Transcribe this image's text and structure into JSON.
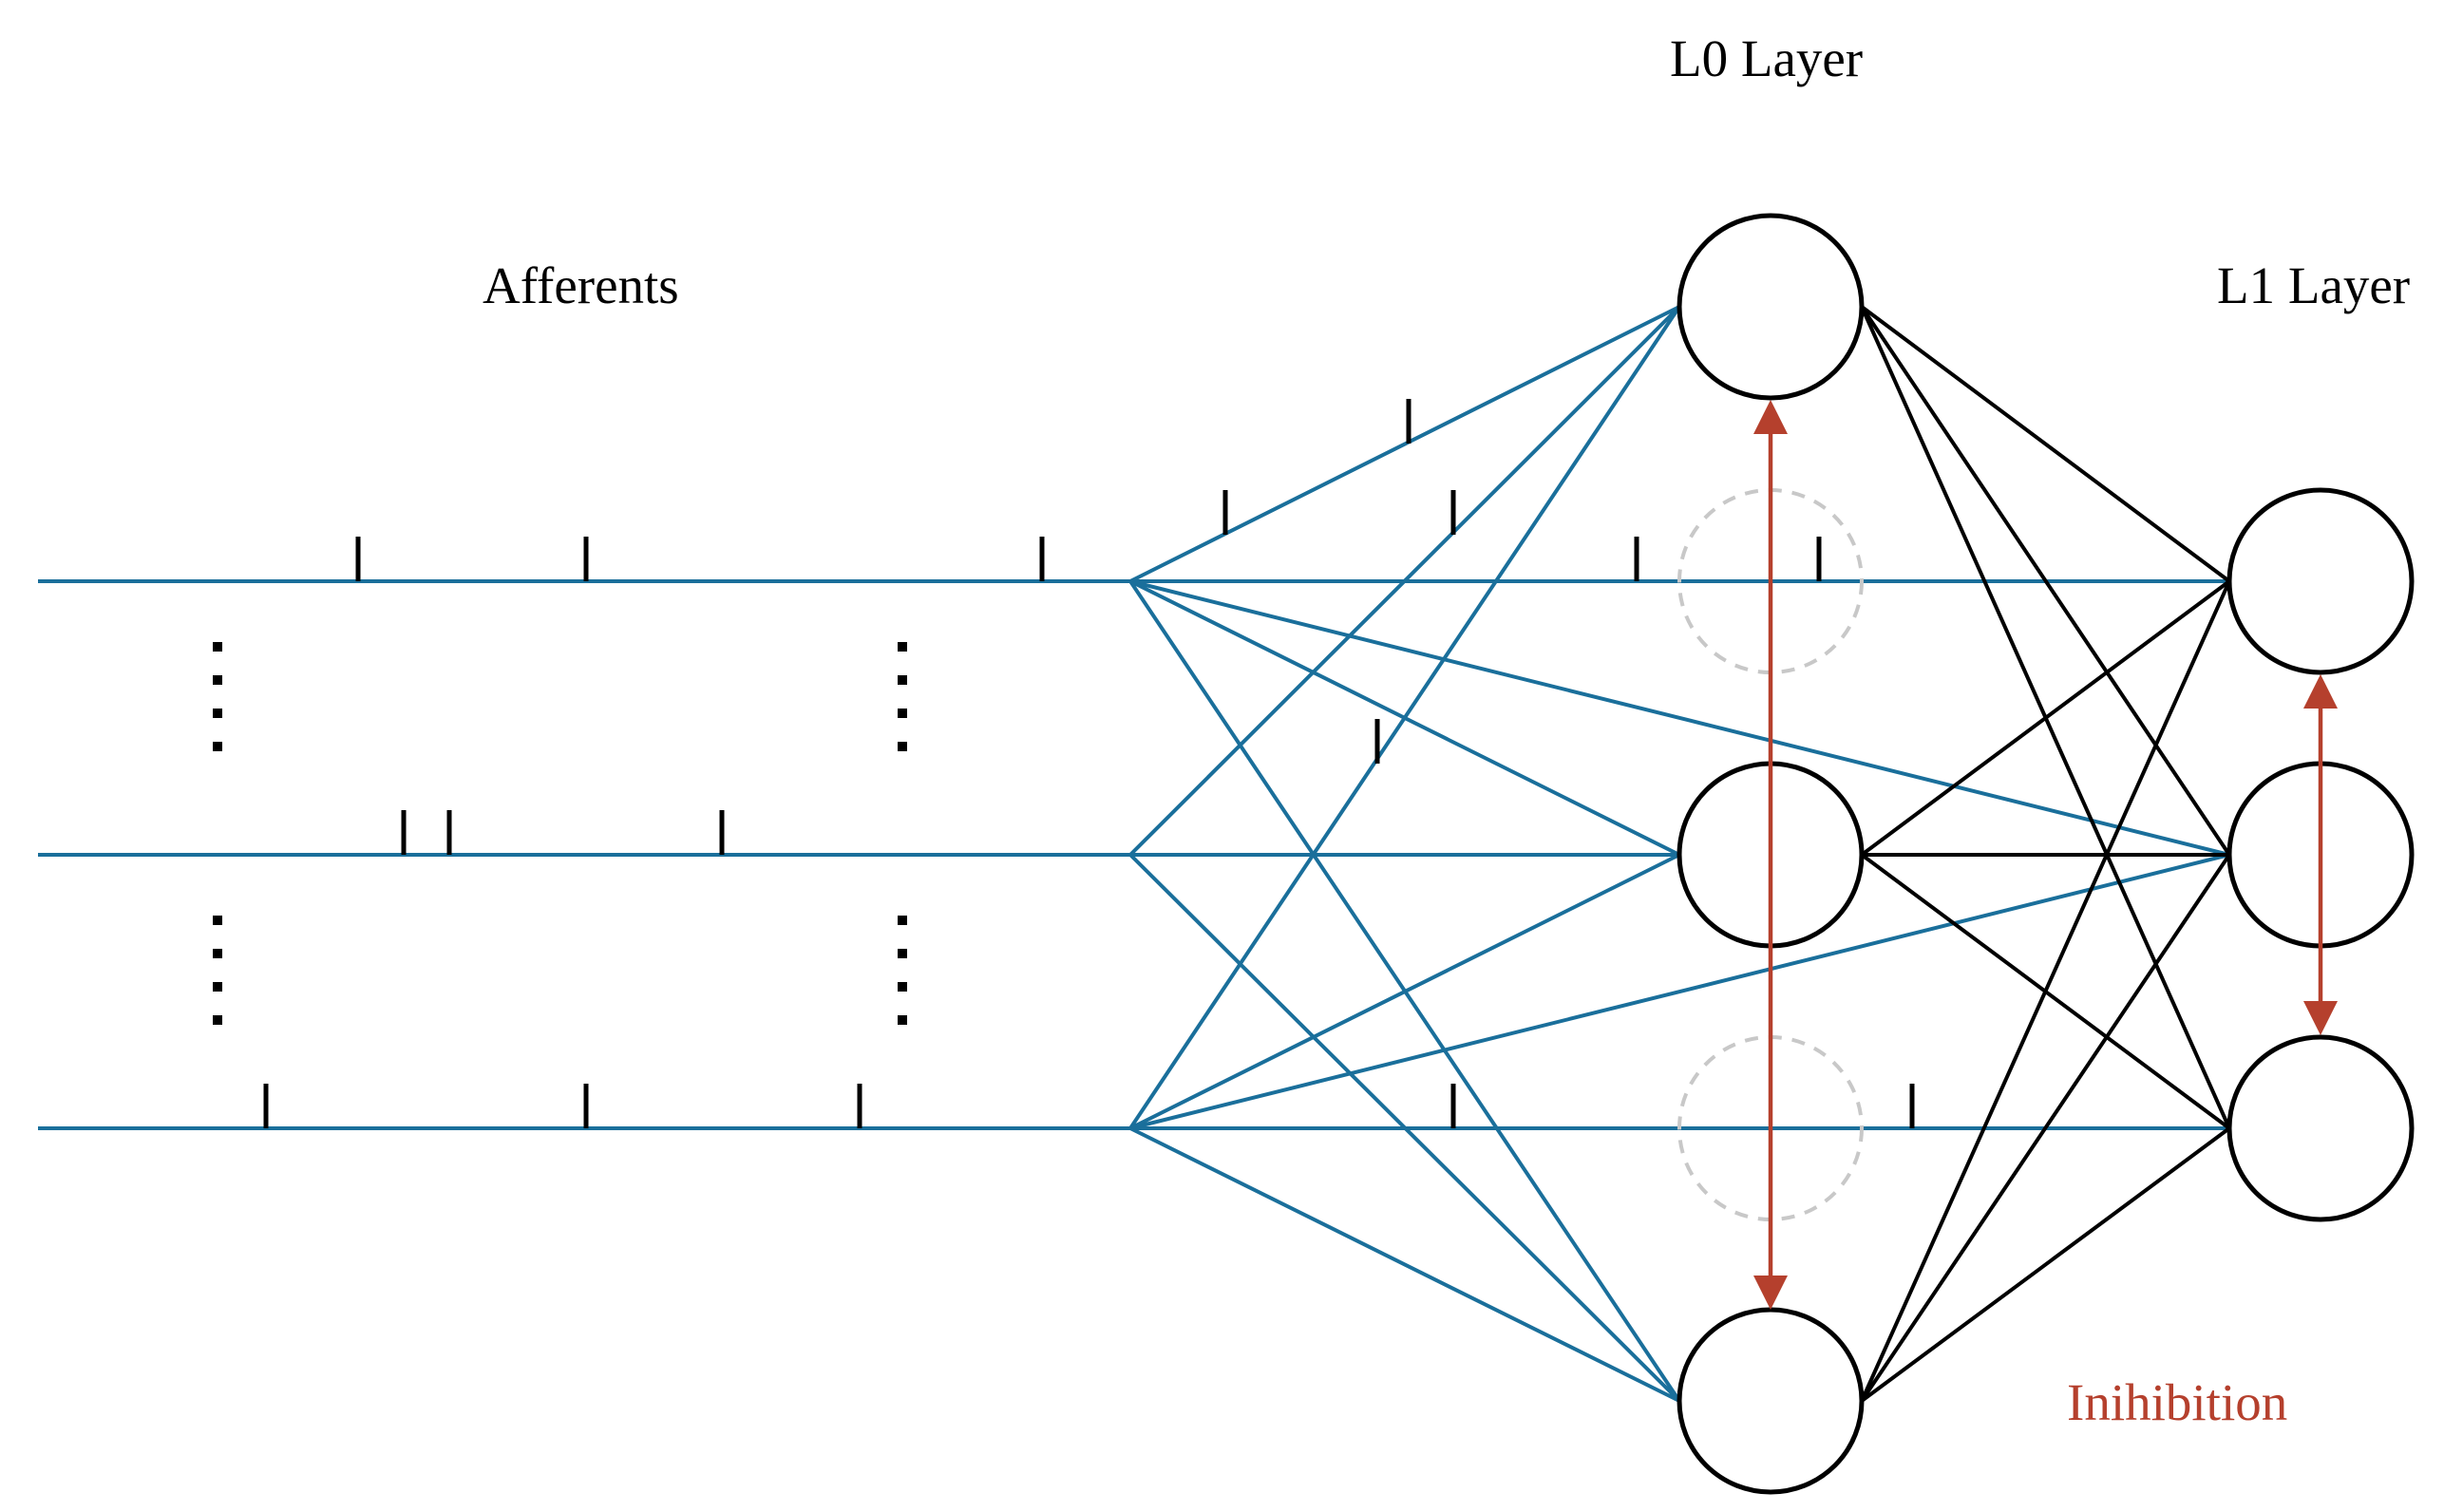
{
  "labels": {
    "l0_layer": "L0 Layer",
    "afferents": "Afferents",
    "l1_layer": "L1 Layer",
    "inhibition": "Inihibition"
  },
  "colors": {
    "afferent_line": "#1a6f9b",
    "connection_black": "#000000",
    "inhibition": "#b5402d",
    "ghost_neuron": "#c8c8c8"
  }
}
